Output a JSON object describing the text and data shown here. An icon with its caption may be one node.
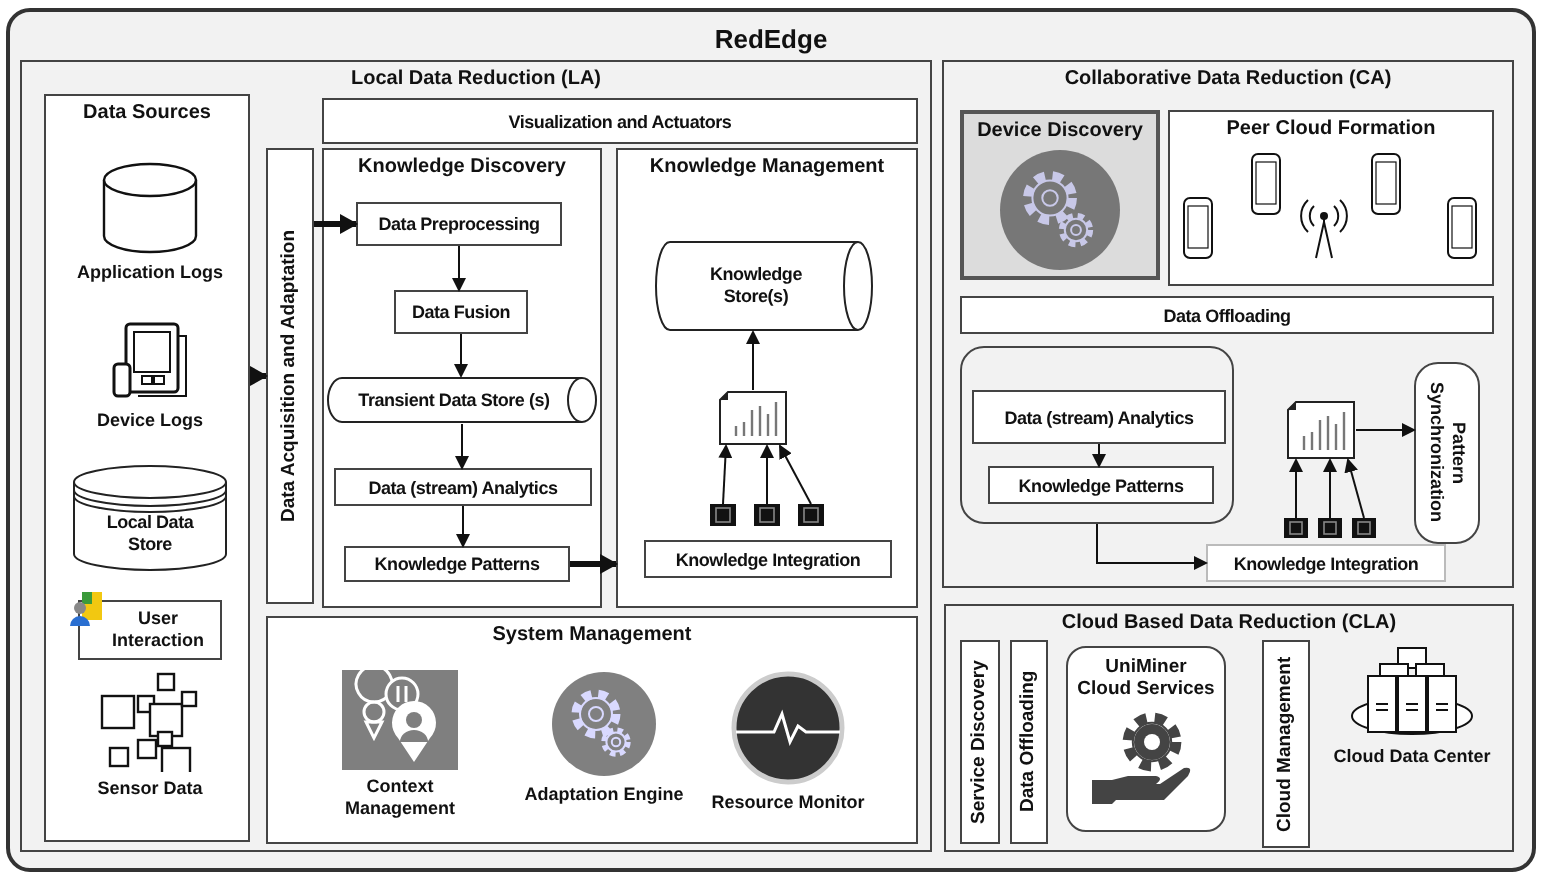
{
  "diagram": {
    "nodes": [
      {
        "text": [
          "RedEdge"
        ]
      },
      {
        "text": [
          "Local Data Reduction (LA)"
        ],
        "in": 0
      },
      {
        "text": [
          "Data Sources"
        ],
        "in": 1
      },
      {
        "text": [
          "Application Logs"
        ],
        "in": 2
      },
      {
        "text": [
          "Device Logs"
        ],
        "in": 2
      },
      {
        "text": [
          "Local Data Store"
        ],
        "in": 2
      },
      {
        "text": [
          "User Interaction"
        ],
        "in": 2
      },
      {
        "text": [
          "Sensor Data"
        ],
        "in": 2
      },
      {
        "text": [
          "Data Acquisition and Adaptation"
        ],
        "in": 1
      },
      {
        "text": [
          "Visualization and Actuators"
        ],
        "in": 1
      },
      {
        "text": [
          "Knowledge Discovery"
        ],
        "in": 1
      },
      {
        "text": [
          "Data Preprocessing"
        ],
        "in": 10
      },
      {
        "text": [
          "Data Fusion"
        ],
        "in": 10
      },
      {
        "text": [
          "Transient Data Store (s)"
        ],
        "in": 10
      },
      {
        "text": [
          "Data (stream) Analytics"
        ],
        "in": 10
      },
      {
        "text": [
          "Knowledge Patterns"
        ],
        "in": 10
      },
      {
        "text": [
          "Knowledge Management"
        ],
        "in": 1
      },
      {
        "text": [
          "Knowledge Store(s)"
        ],
        "in": 16
      },
      {
        "text": [],
        "shape": "picture",
        "in": 16
      },
      {
        "text": [],
        "shape": "box",
        "in": 16
      },
      {
        "text": [],
        "shape": "box",
        "in": 16
      },
      {
        "text": [],
        "shape": "box",
        "in": 16
      },
      {
        "text": [
          "Knowledge Integration"
        ],
        "in": 16
      },
      {
        "text": [
          "System Management"
        ],
        "in": 1
      },
      {
        "text": [
          "Context Management"
        ],
        "in": 23
      },
      {
        "text": [
          "Adaptation Engine"
        ],
        "in": 23
      },
      {
        "text": [
          "Resource Monitor"
        ],
        "in": 23
      },
      {
        "text": [
          "Collaborative Data Reduction (CA)"
        ],
        "in": 0
      },
      {
        "text": [
          "Device Discovery"
        ],
        "in": 27
      },
      {
        "text": [
          "Peer Cloud Formation"
        ],
        "in": 27
      },
      {
        "text": [
          "Data Offloading"
        ],
        "in": 27
      },
      {
        "text": [],
        "shape": "box",
        "in": 27
      },
      {
        "text": [
          "Data (stream) Analytics"
        ],
        "in": 31
      },
      {
        "text": [
          "Knowledge Patterns"
        ],
        "in": 31
      },
      {
        "text": [],
        "shape": "picture",
        "in": 27
      },
      {
        "text": [],
        "shape": "box",
        "in": 27
      },
      {
        "text": [],
        "shape": "box",
        "in": 27
      },
      {
        "text": [],
        "shape": "box",
        "in": 27
      },
      {
        "text": [
          "Knowledge Integration"
        ],
        "in": 27
      },
      {
        "text": [
          "Pattern Synchronization"
        ],
        "in": 27
      },
      {
        "text": [
          "Cloud Based Data Reduction (CLA)"
        ],
        "in": 0
      },
      {
        "text": [
          "Service Discovery"
        ],
        "in": 40
      },
      {
        "text": [
          "Data Offloading"
        ],
        "in": 40
      },
      {
        "text": [
          "UniMiner Cloud Services"
        ],
        "in": 40
      },
      {
        "text": [
          "Cloud Management"
        ],
        "in": 40
      },
      {
        "text": [
          "Cloud Data Center"
        ],
        "in": 40
      }
    ],
    "edges": [
      {
        "from": 2,
        "to": 8,
        "arrow": "to",
        "style": "thick"
      },
      {
        "from": 8,
        "to": 11,
        "arrow": "to",
        "style": "thick"
      },
      {
        "from": 11,
        "to": 12,
        "arrow": "to"
      },
      {
        "from": 12,
        "to": 13,
        "arrow": "to"
      },
      {
        "from": 13,
        "to": 14,
        "arrow": "to"
      },
      {
        "from": 14,
        "to": 15,
        "arrow": "to"
      },
      {
        "from": 15,
        "to": 16,
        "arrow": "to",
        "style": "thick"
      },
      {
        "from": 19,
        "to": 18,
        "arrow": "to"
      },
      {
        "from": 20,
        "to": 18,
        "arrow": "to"
      },
      {
        "from": 21,
        "to": 18,
        "arrow": "to"
      },
      {
        "from": 18,
        "to": 17,
        "arrow": "to"
      },
      {
        "from": 32,
        "to": 33,
        "arrow": "to"
      },
      {
        "from": 31,
        "to": 38,
        "arrow": "to"
      },
      {
        "from": 35,
        "to": 34,
        "arrow": "to"
      },
      {
        "from": 36,
        "to": 34,
        "arrow": "to"
      },
      {
        "from": 37,
        "to": 34,
        "arrow": "to"
      },
      {
        "from": 34,
        "to": 39,
        "arrow": "to"
      }
    ]
  }
}
